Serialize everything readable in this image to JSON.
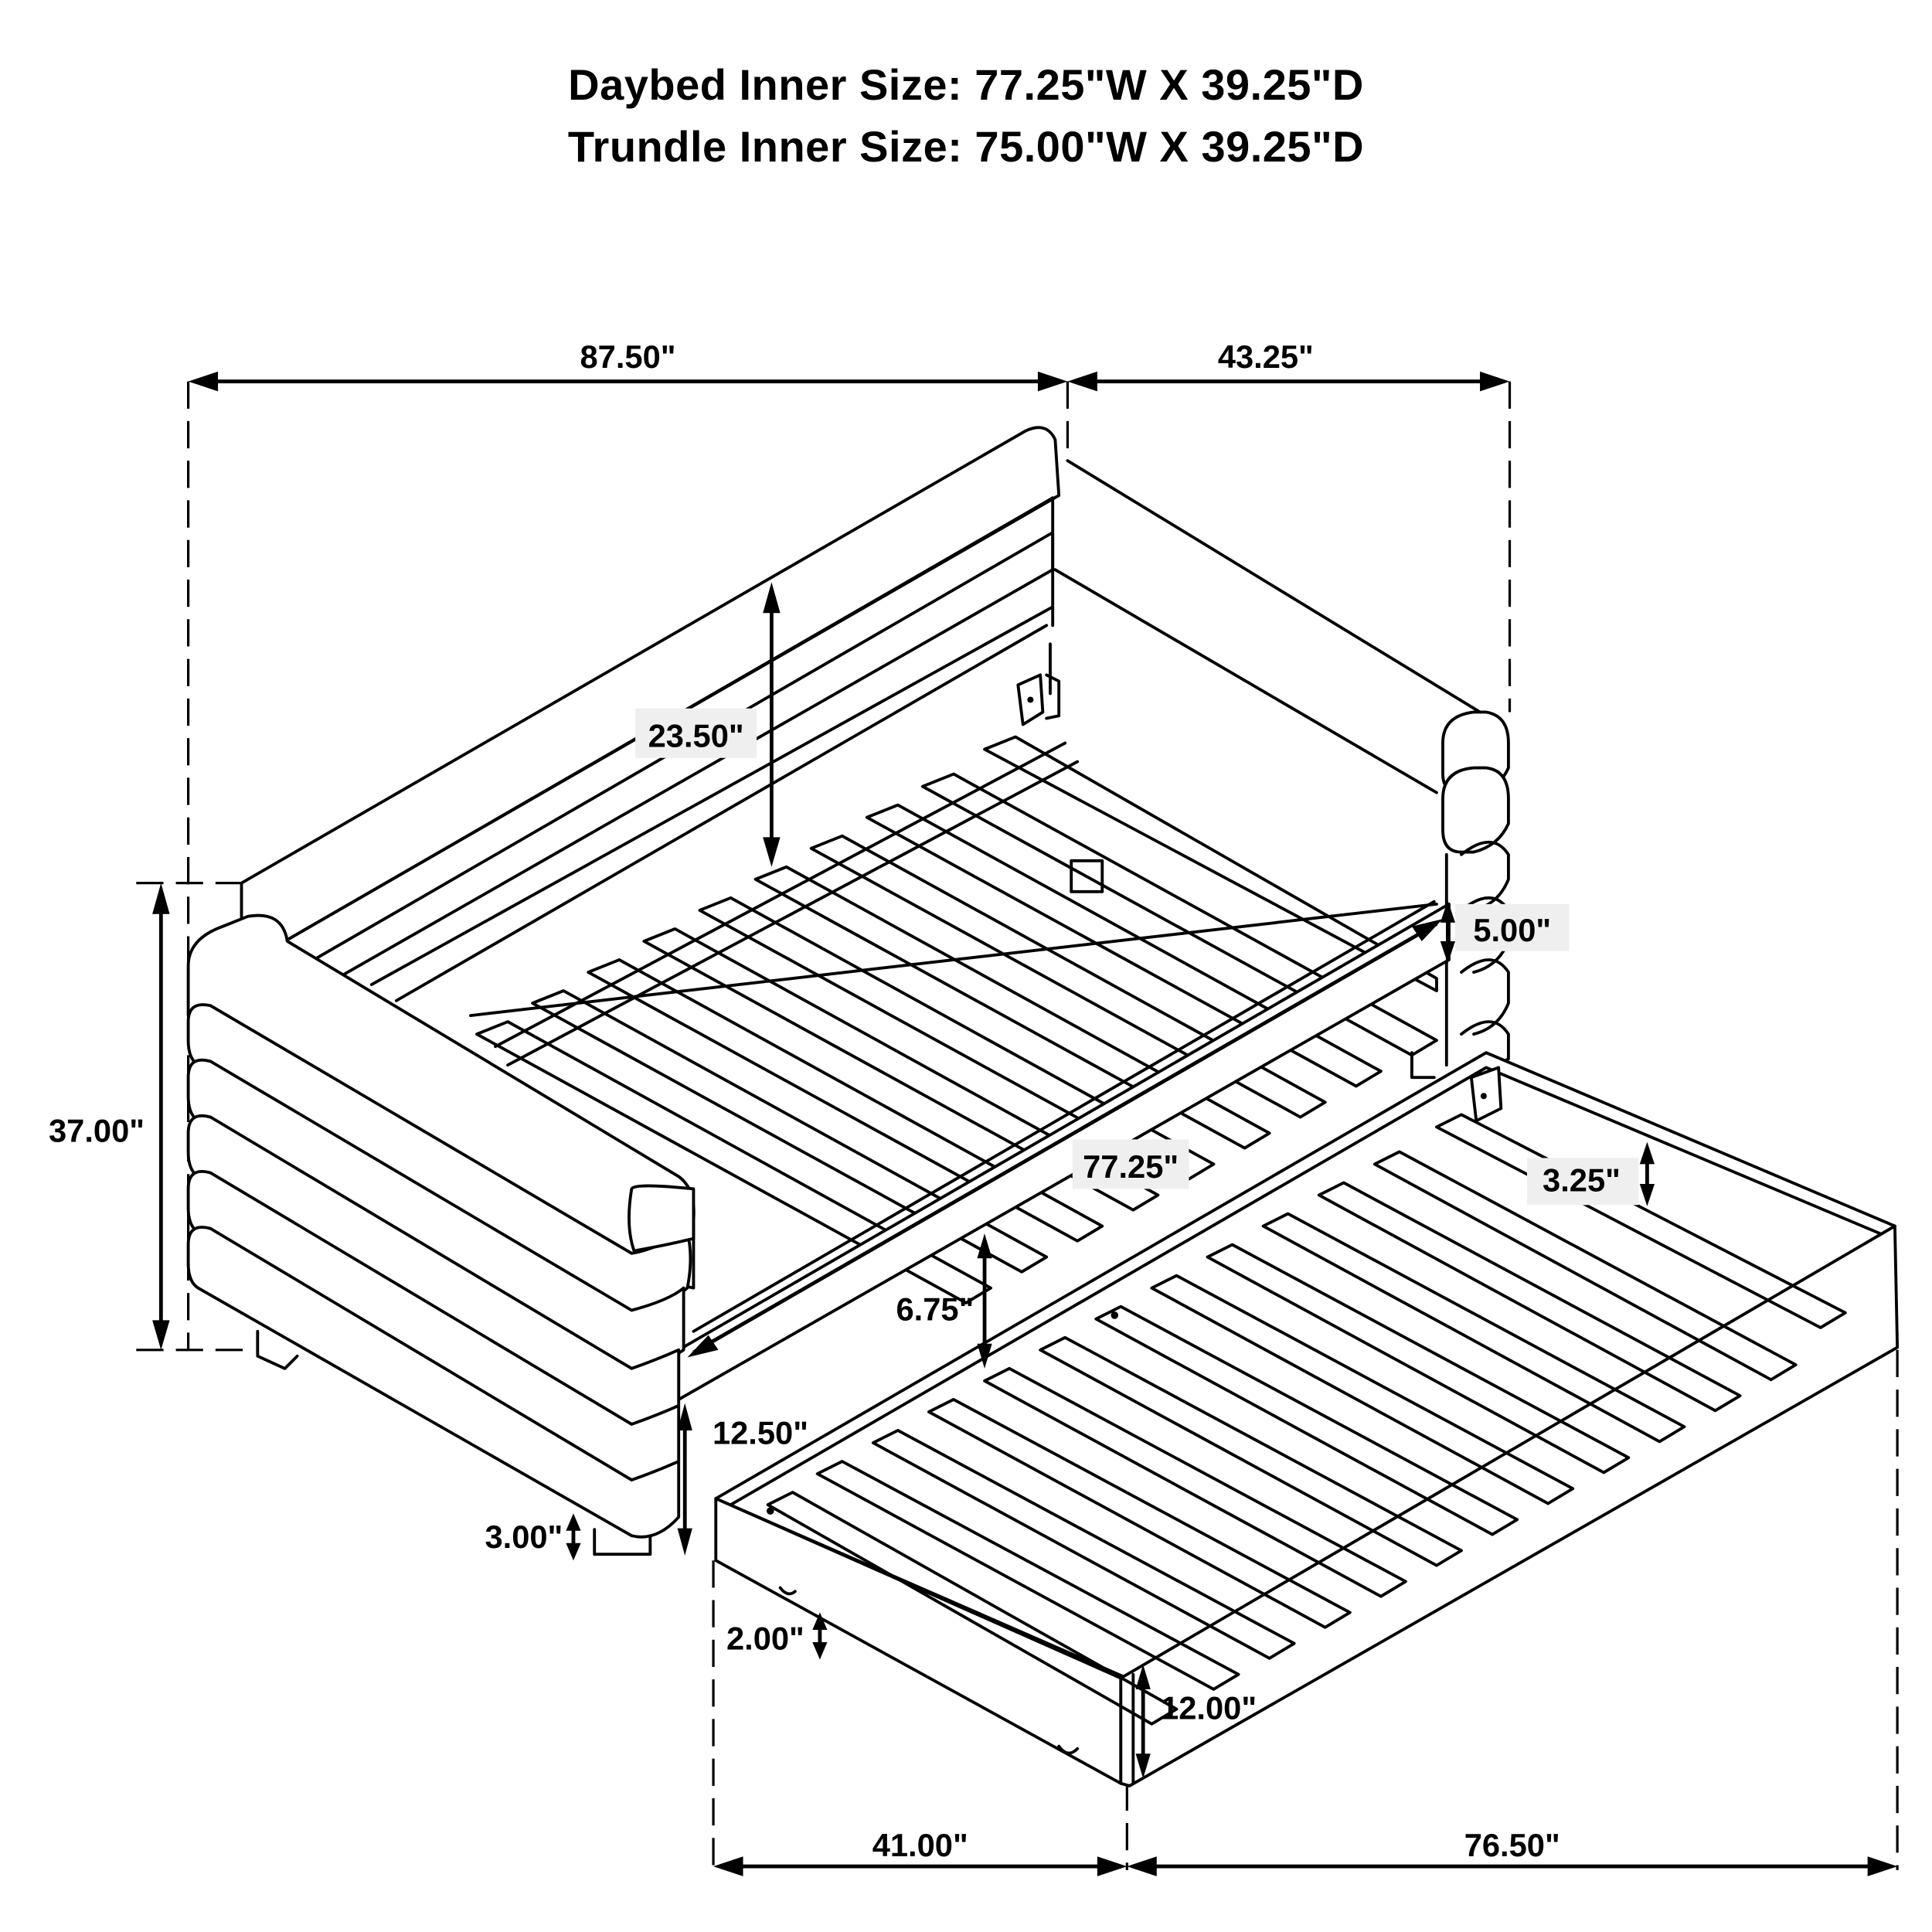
{
  "title": {
    "line1": "Daybed Inner Size: 77.25\"W X 39.25\"D",
    "line2": "Trundle Inner Size: 75.00\"W X 39.25\"D"
  },
  "dimensions": {
    "overall_length": "87.50\"",
    "overall_depth": "43.25\"",
    "back_height": "23.50\"",
    "overall_height": "37.00\"",
    "side_rail_height": "5.00\"",
    "inner_length": "77.25\"",
    "trundle_clearance": "6.75\"",
    "trundle_rail_height": "3.25\"",
    "floor_to_rail": "12.50\"",
    "leg_height": "3.00\"",
    "caster_height": "2.00\"",
    "trundle_height": "12.00\"",
    "trundle_depth": "41.00\"",
    "trundle_length": "76.50\""
  },
  "colors": {
    "line": "#000000",
    "label_background": "#efefef",
    "background": "#ffffff"
  }
}
